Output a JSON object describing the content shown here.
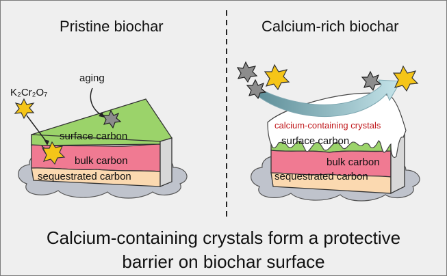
{
  "left": {
    "title": "Pristine biochar",
    "oxidant_label": "K₂Cr₂O₇",
    "aging_label": "aging",
    "layers": {
      "surface": "surface carbon",
      "bulk": "bulk carbon",
      "sequestrated": "sequestrated carbon"
    }
  },
  "right": {
    "title": "Calcium-rich biochar",
    "crystal_label": "calcium-containing crystals",
    "layers": {
      "surface": "surface carbon",
      "bulk": "bulk carbon",
      "sequestrated": "sequestrated carbon"
    }
  },
  "caption": {
    "line1": "Calcium-containing crystals form a protective",
    "line2": "barrier on biochar surface"
  },
  "colors": {
    "surface_carbon": "#9bd36a",
    "bulk_carbon": "#f07a92",
    "sequestrated_carbon": "#fbd9b0",
    "cloud": "#bfc3cc",
    "oxidant_star": "#f5c518",
    "aging_star": "#8c8c8c",
    "crystal": "#ffffff",
    "arrow": "#9fc8d2"
  }
}
